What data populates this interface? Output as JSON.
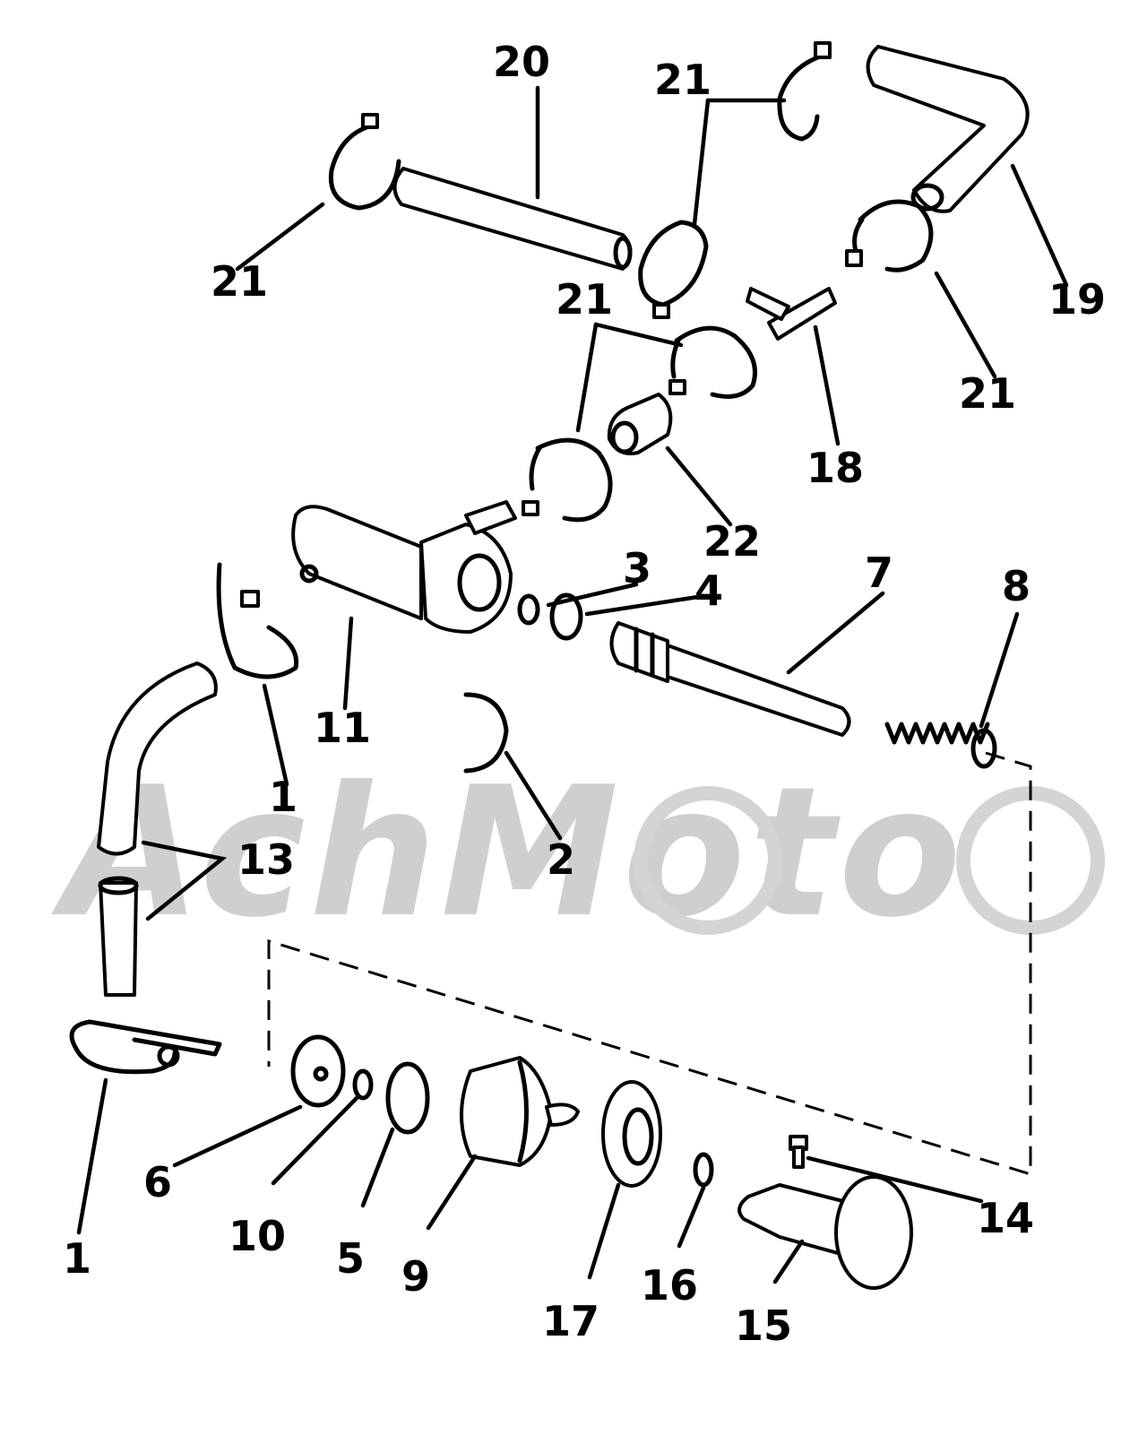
{
  "watermark": "AchMoto",
  "callouts": [
    {
      "id": "c20",
      "text": "20"
    },
    {
      "id": "c21a",
      "text": "21"
    },
    {
      "id": "c21b",
      "text": "21"
    },
    {
      "id": "c21c",
      "text": "21"
    },
    {
      "id": "c21d",
      "text": "21"
    },
    {
      "id": "c19",
      "text": "19"
    },
    {
      "id": "c18",
      "text": "18"
    },
    {
      "id": "c22",
      "text": "22"
    },
    {
      "id": "c3",
      "text": "3"
    },
    {
      "id": "c4",
      "text": "4"
    },
    {
      "id": "c7",
      "text": "7"
    },
    {
      "id": "c8",
      "text": "8"
    },
    {
      "id": "c11",
      "text": "11"
    },
    {
      "id": "c1a",
      "text": "1"
    },
    {
      "id": "c13",
      "text": "13"
    },
    {
      "id": "c2",
      "text": "2"
    },
    {
      "id": "c1b",
      "text": "1"
    },
    {
      "id": "c6",
      "text": "6"
    },
    {
      "id": "c10",
      "text": "10"
    },
    {
      "id": "c5",
      "text": "5"
    },
    {
      "id": "c9",
      "text": "9"
    },
    {
      "id": "c17",
      "text": "17"
    },
    {
      "id": "c16",
      "text": "16"
    },
    {
      "id": "c15",
      "text": "15"
    },
    {
      "id": "c14",
      "text": "14"
    }
  ]
}
